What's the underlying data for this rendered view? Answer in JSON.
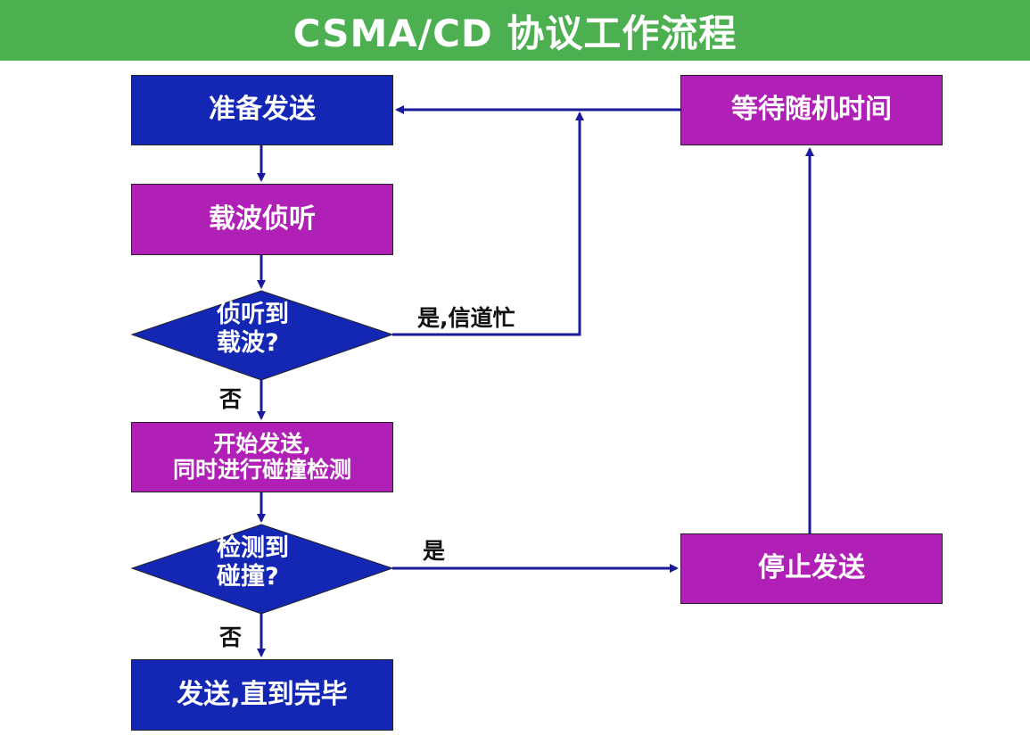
{
  "title": "CSMA/CD 协议工作流程",
  "colors": {
    "title_bg": "#4caf50",
    "blue_box": "#1427b4",
    "purple_box": "#b01fb6",
    "line": "#1a1a9a"
  },
  "nodes": {
    "prepare_send": "准备发送",
    "carrier_sense": "载波侦听",
    "carrier_decision": {
      "line1": "侦听到",
      "line2": "载波?"
    },
    "start_send": {
      "line1": "开始发送,",
      "line2": "同时进行碰撞检测"
    },
    "collision_decision": {
      "line1": "检测到",
      "line2": "碰撞?"
    },
    "send_until_done": "发送,直到完毕",
    "stop_send": "停止发送",
    "wait_random": "等待随机时间"
  },
  "edges": {
    "busy_label": "是,信道忙",
    "carrier_no_label": "否",
    "collision_yes_label": "是",
    "collision_no_label": "否"
  }
}
